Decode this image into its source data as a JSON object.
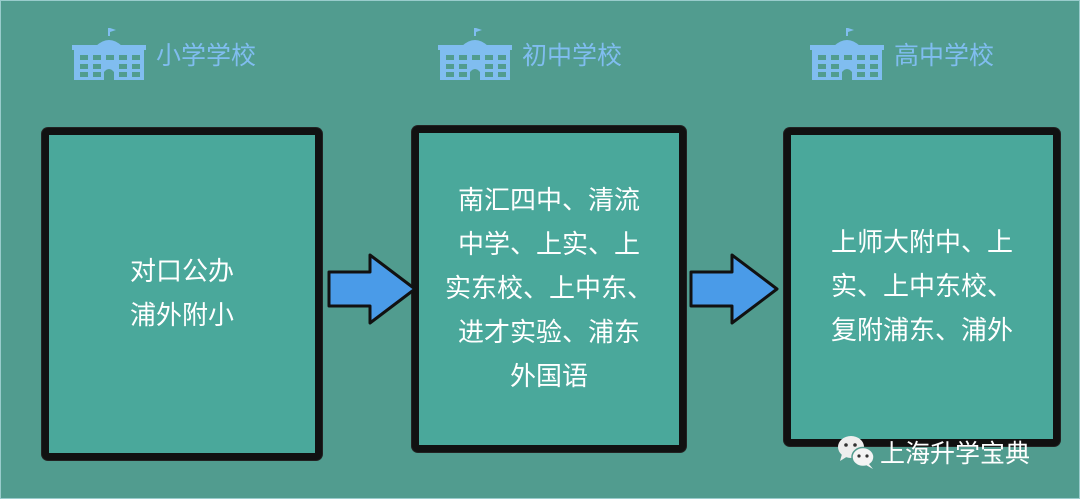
{
  "columns": [
    {
      "title": "小学学校",
      "lines": [
        "对口公办",
        "浦外附小"
      ]
    },
    {
      "title": "初中学校",
      "lines": [
        "南汇四中、清流",
        "中学、上实、上",
        "实东校、上中东、",
        "进才实验、浦东",
        "外国语"
      ]
    },
    {
      "title": "高中学校",
      "lines": [
        "上师大附中、上",
        "实、上中东校、",
        "复附浦东、浦外"
      ]
    }
  ],
  "footer": {
    "text": "上海升学宝典"
  },
  "colors": {
    "background": "#519c8f",
    "box": "#4aa89b",
    "icon": "#80bdf0",
    "arrow": "#4a9be8"
  }
}
